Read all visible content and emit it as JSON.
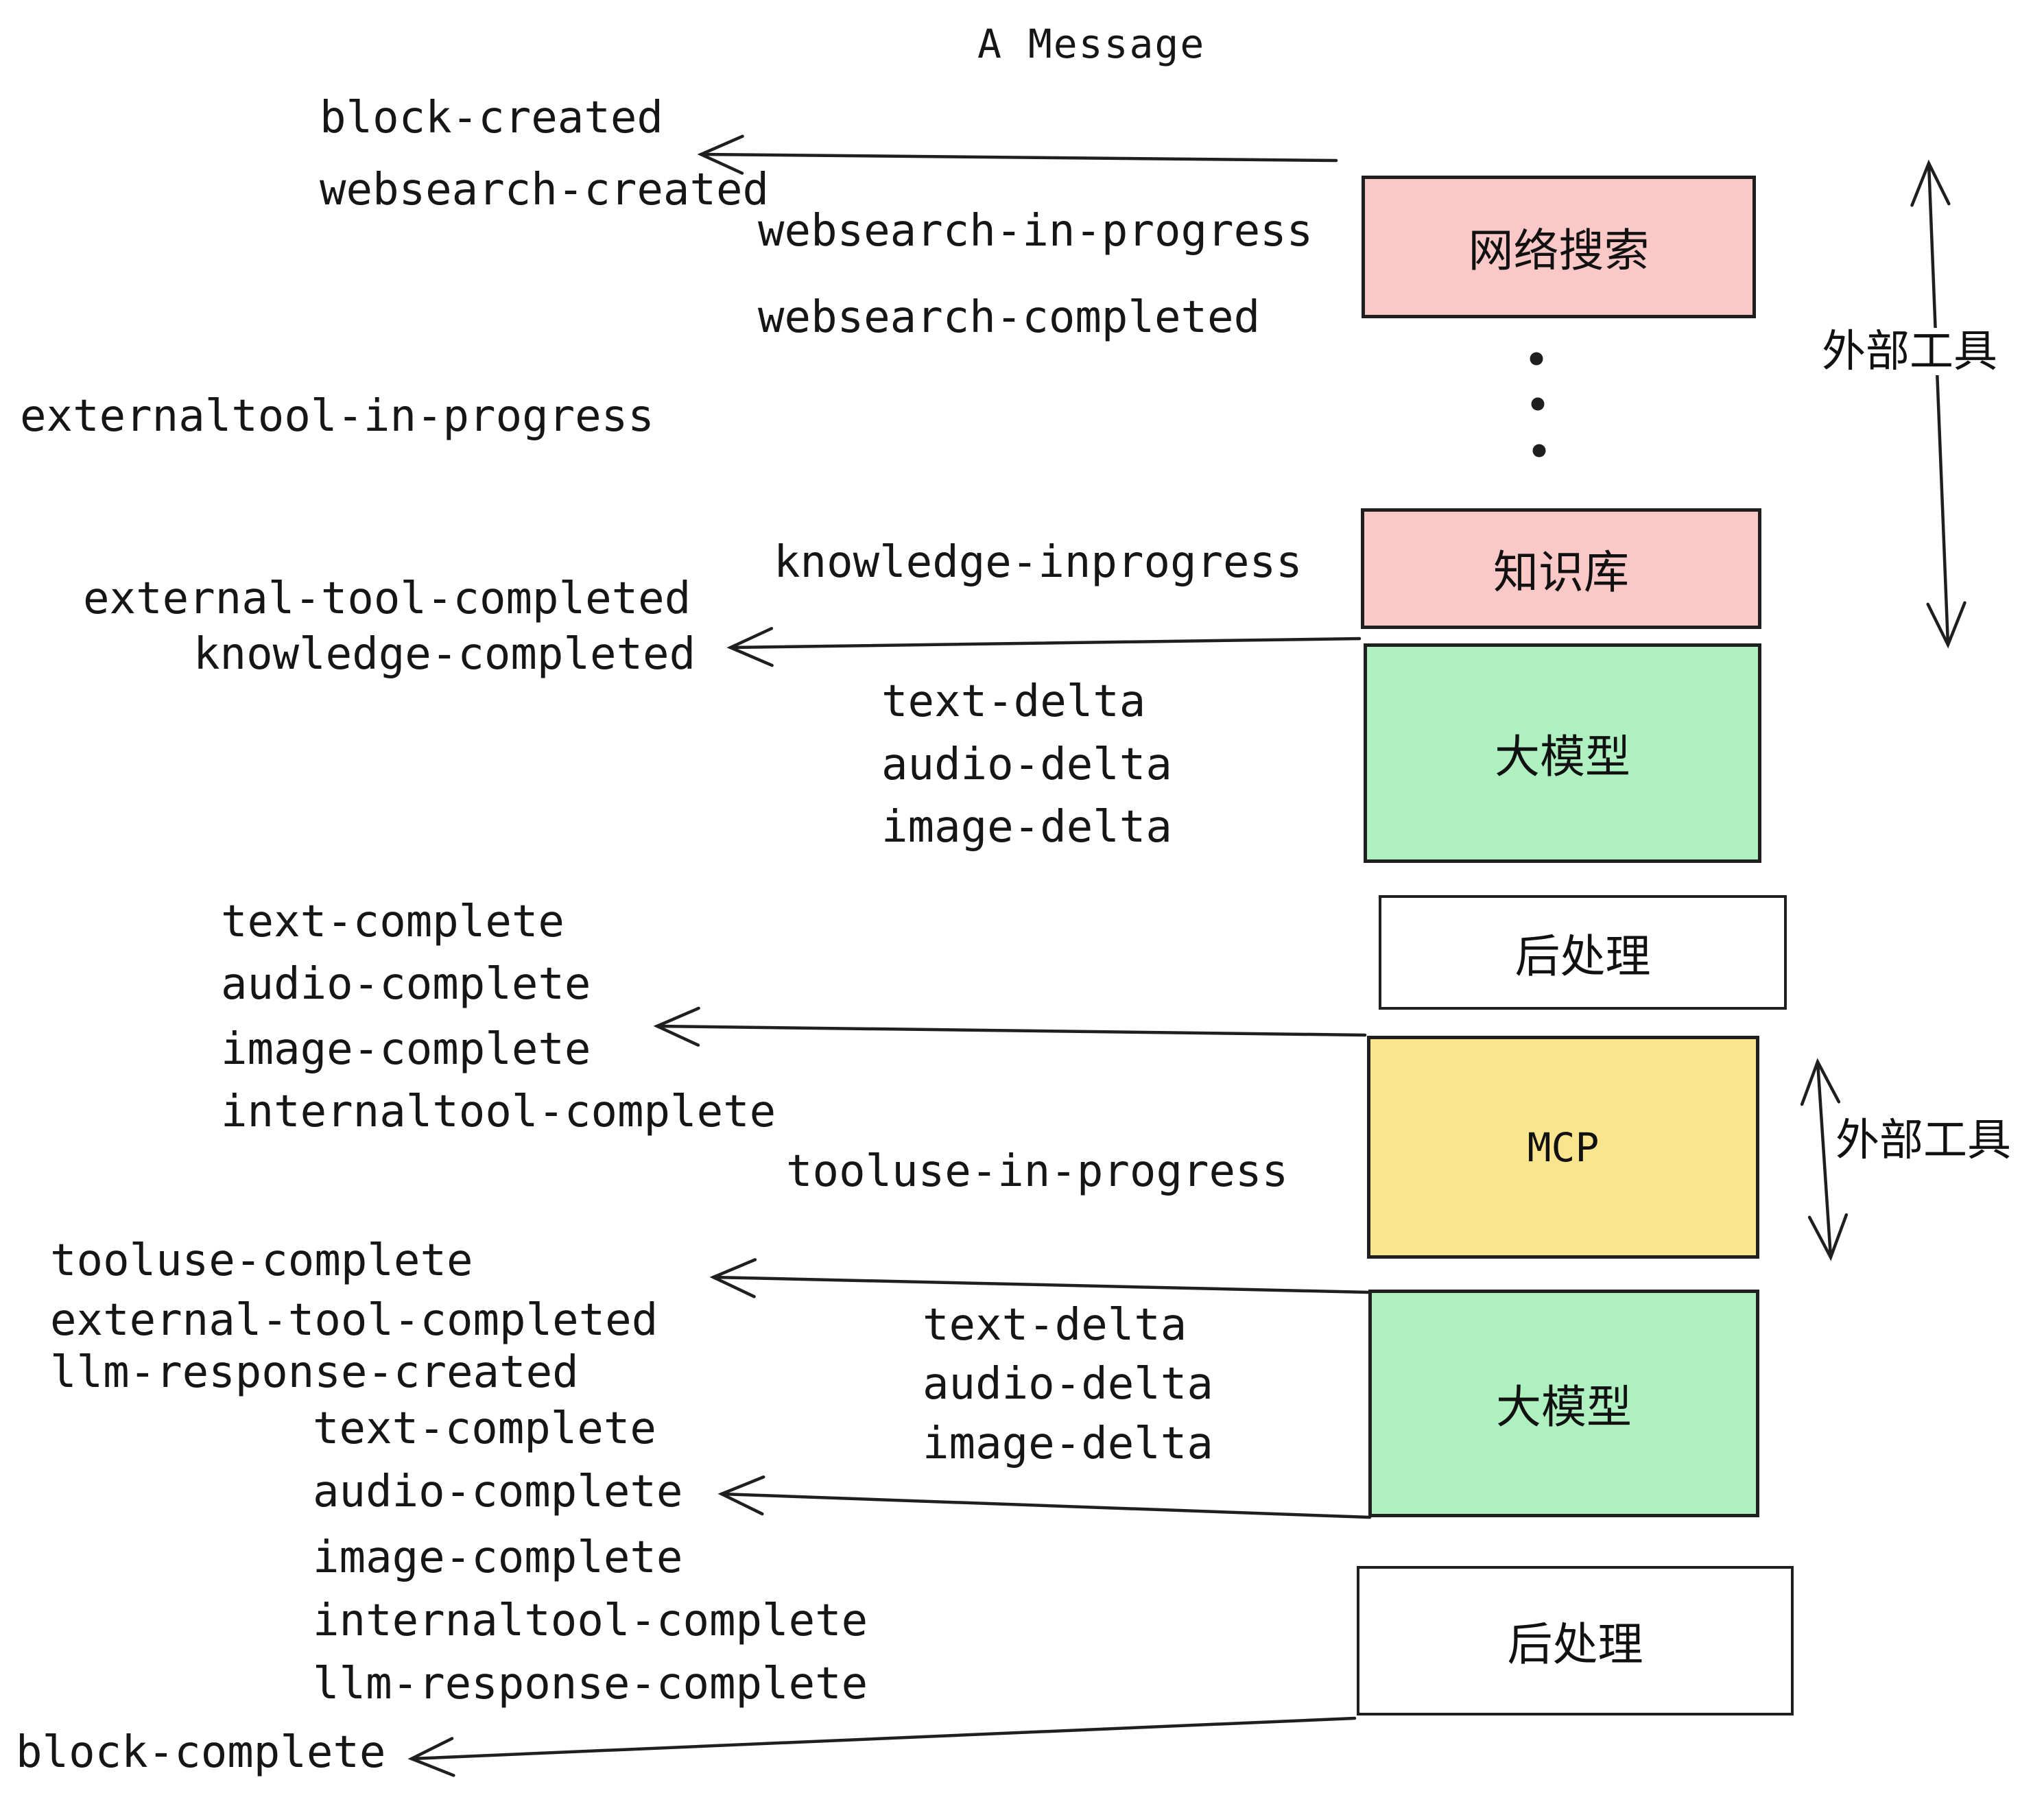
{
  "title": "A Message",
  "diagram": {
    "boxes": [
      {
        "id": "websearch",
        "label": "网络搜索"
      },
      {
        "id": "knowledge",
        "label": "知识库"
      },
      {
        "id": "llm1",
        "label": "大模型"
      },
      {
        "id": "post1",
        "label": "后处理"
      },
      {
        "id": "mcp",
        "label": "MCP"
      },
      {
        "id": "llm2",
        "label": "大模型"
      },
      {
        "id": "post2",
        "label": "后处理"
      }
    ],
    "side_annotations": [
      {
        "id": "external-tools-1",
        "label": "外部工具"
      },
      {
        "id": "external-tools-2",
        "label": "外部工具"
      }
    ],
    "events": [
      {
        "text": "block-created"
      },
      {
        "text": "websearch-created"
      },
      {
        "text": "websearch-in-progress"
      },
      {
        "text": "websearch-completed"
      },
      {
        "text": "externaltool-in-progress"
      },
      {
        "text": "knowledge-inprogress"
      },
      {
        "text": "external-tool-completed"
      },
      {
        "text": "knowledge-completed"
      },
      {
        "text": "text-delta"
      },
      {
        "text": "audio-delta"
      },
      {
        "text": "image-delta"
      },
      {
        "text": "text-complete"
      },
      {
        "text": "audio-complete"
      },
      {
        "text": "image-complete"
      },
      {
        "text": "internaltool-complete"
      },
      {
        "text": "tooluse-in-progress"
      },
      {
        "text": "tooluse-complete"
      },
      {
        "text": "external-tool-completed"
      },
      {
        "text": "llm-response-created"
      },
      {
        "text": "text-delta"
      },
      {
        "text": "audio-delta"
      },
      {
        "text": "image-delta"
      },
      {
        "text": "text-complete"
      },
      {
        "text": "audio-complete"
      },
      {
        "text": "image-complete"
      },
      {
        "text": "internaltool-complete"
      },
      {
        "text": "llm-response-complete"
      },
      {
        "text": "block-complete"
      }
    ],
    "icons": {
      "ellipsis": "vertical-dots",
      "arrows": "hand-drawn-left-arrows-and-double-vertical-arrows"
    }
  },
  "colors": {
    "pink": "#fbc8c8",
    "green": "#aff0c1",
    "yellow": "#fae58f",
    "line": "#1f1f1f",
    "text": "#161616",
    "background": "#ffffff"
  }
}
